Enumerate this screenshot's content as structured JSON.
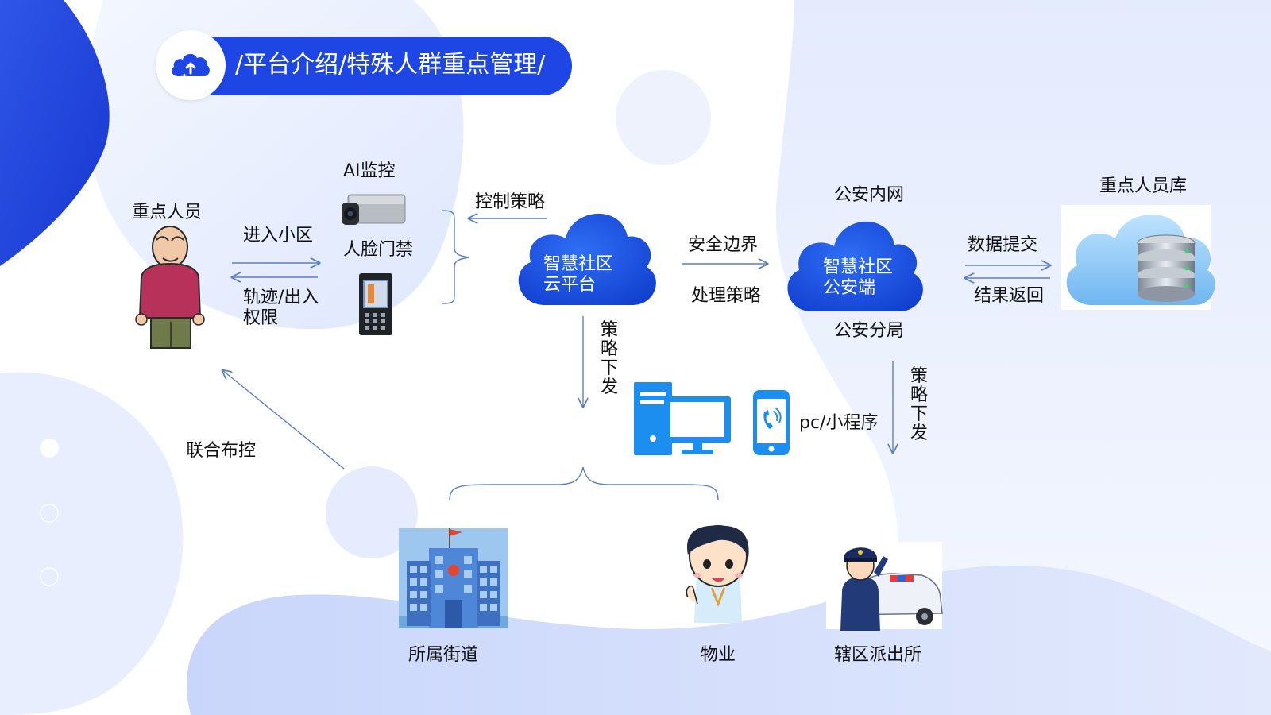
{
  "header": {
    "title": "/平台介绍/特殊人群重点管理/",
    "icon": "cloud-upload-icon"
  },
  "nodes": {
    "key_person": "重点人员",
    "ai_monitor": "AI监控",
    "face_gate": "人脸门禁",
    "cloud_platform": "智慧社区\n云平台",
    "police_client": "智慧社区\n公安端",
    "police_intranet": "公安内网",
    "police_branch": "公安分局",
    "key_person_db": "重点人员库",
    "pc_mini": "pc/小程序",
    "street": "所属街道",
    "property": "物业",
    "police_station": "辖区派出所"
  },
  "edges": {
    "enter": "进入小区",
    "track": "轨迹/出入\n权限",
    "control": "控制策略",
    "security": "安全边界",
    "handle": "处理策略",
    "submit": "数据提交",
    "result": "结果返回",
    "policy_down_1": "策略下发",
    "policy_down_2": "策略下发",
    "joint": "联合布控"
  },
  "colors": {
    "brand_blue": "#1e46e4",
    "cloud_blue": "#1a56e0",
    "device_blue": "#1b8ef0",
    "arrow": "#5b7fc4"
  }
}
